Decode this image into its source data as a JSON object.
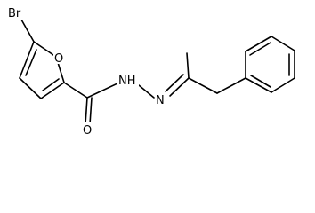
{
  "molecule": {
    "atoms": {
      "bromine": "Br",
      "ring_oxygen": "O",
      "carbonyl_oxygen": "O",
      "hydrazide_nh": "NH",
      "imine_n": "N"
    }
  }
}
